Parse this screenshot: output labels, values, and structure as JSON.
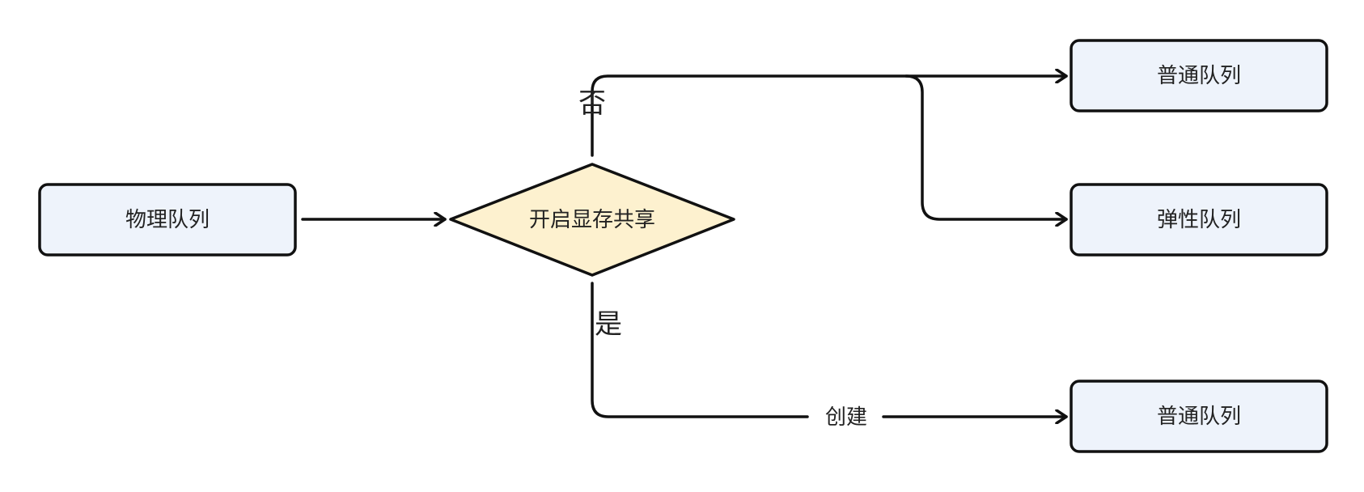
{
  "nodes": {
    "physical_queue": {
      "label": "物理队列",
      "type": "rect"
    },
    "enable_gpu_sharing": {
      "label": "开启显存共享",
      "type": "diamond"
    },
    "normal_queue_top": {
      "label": "普通队列",
      "type": "rect"
    },
    "elastic_queue": {
      "label": "弹性队列",
      "type": "rect"
    },
    "normal_queue_bottom": {
      "label": "普通队列",
      "type": "rect"
    }
  },
  "edges": {
    "no_label": "否",
    "yes_label": "是",
    "create_label": "创建"
  },
  "colors": {
    "rect_fill": "#eef3fb",
    "diamond_fill": "#fdf1cf",
    "stroke": "#111111",
    "text": "#222222"
  }
}
